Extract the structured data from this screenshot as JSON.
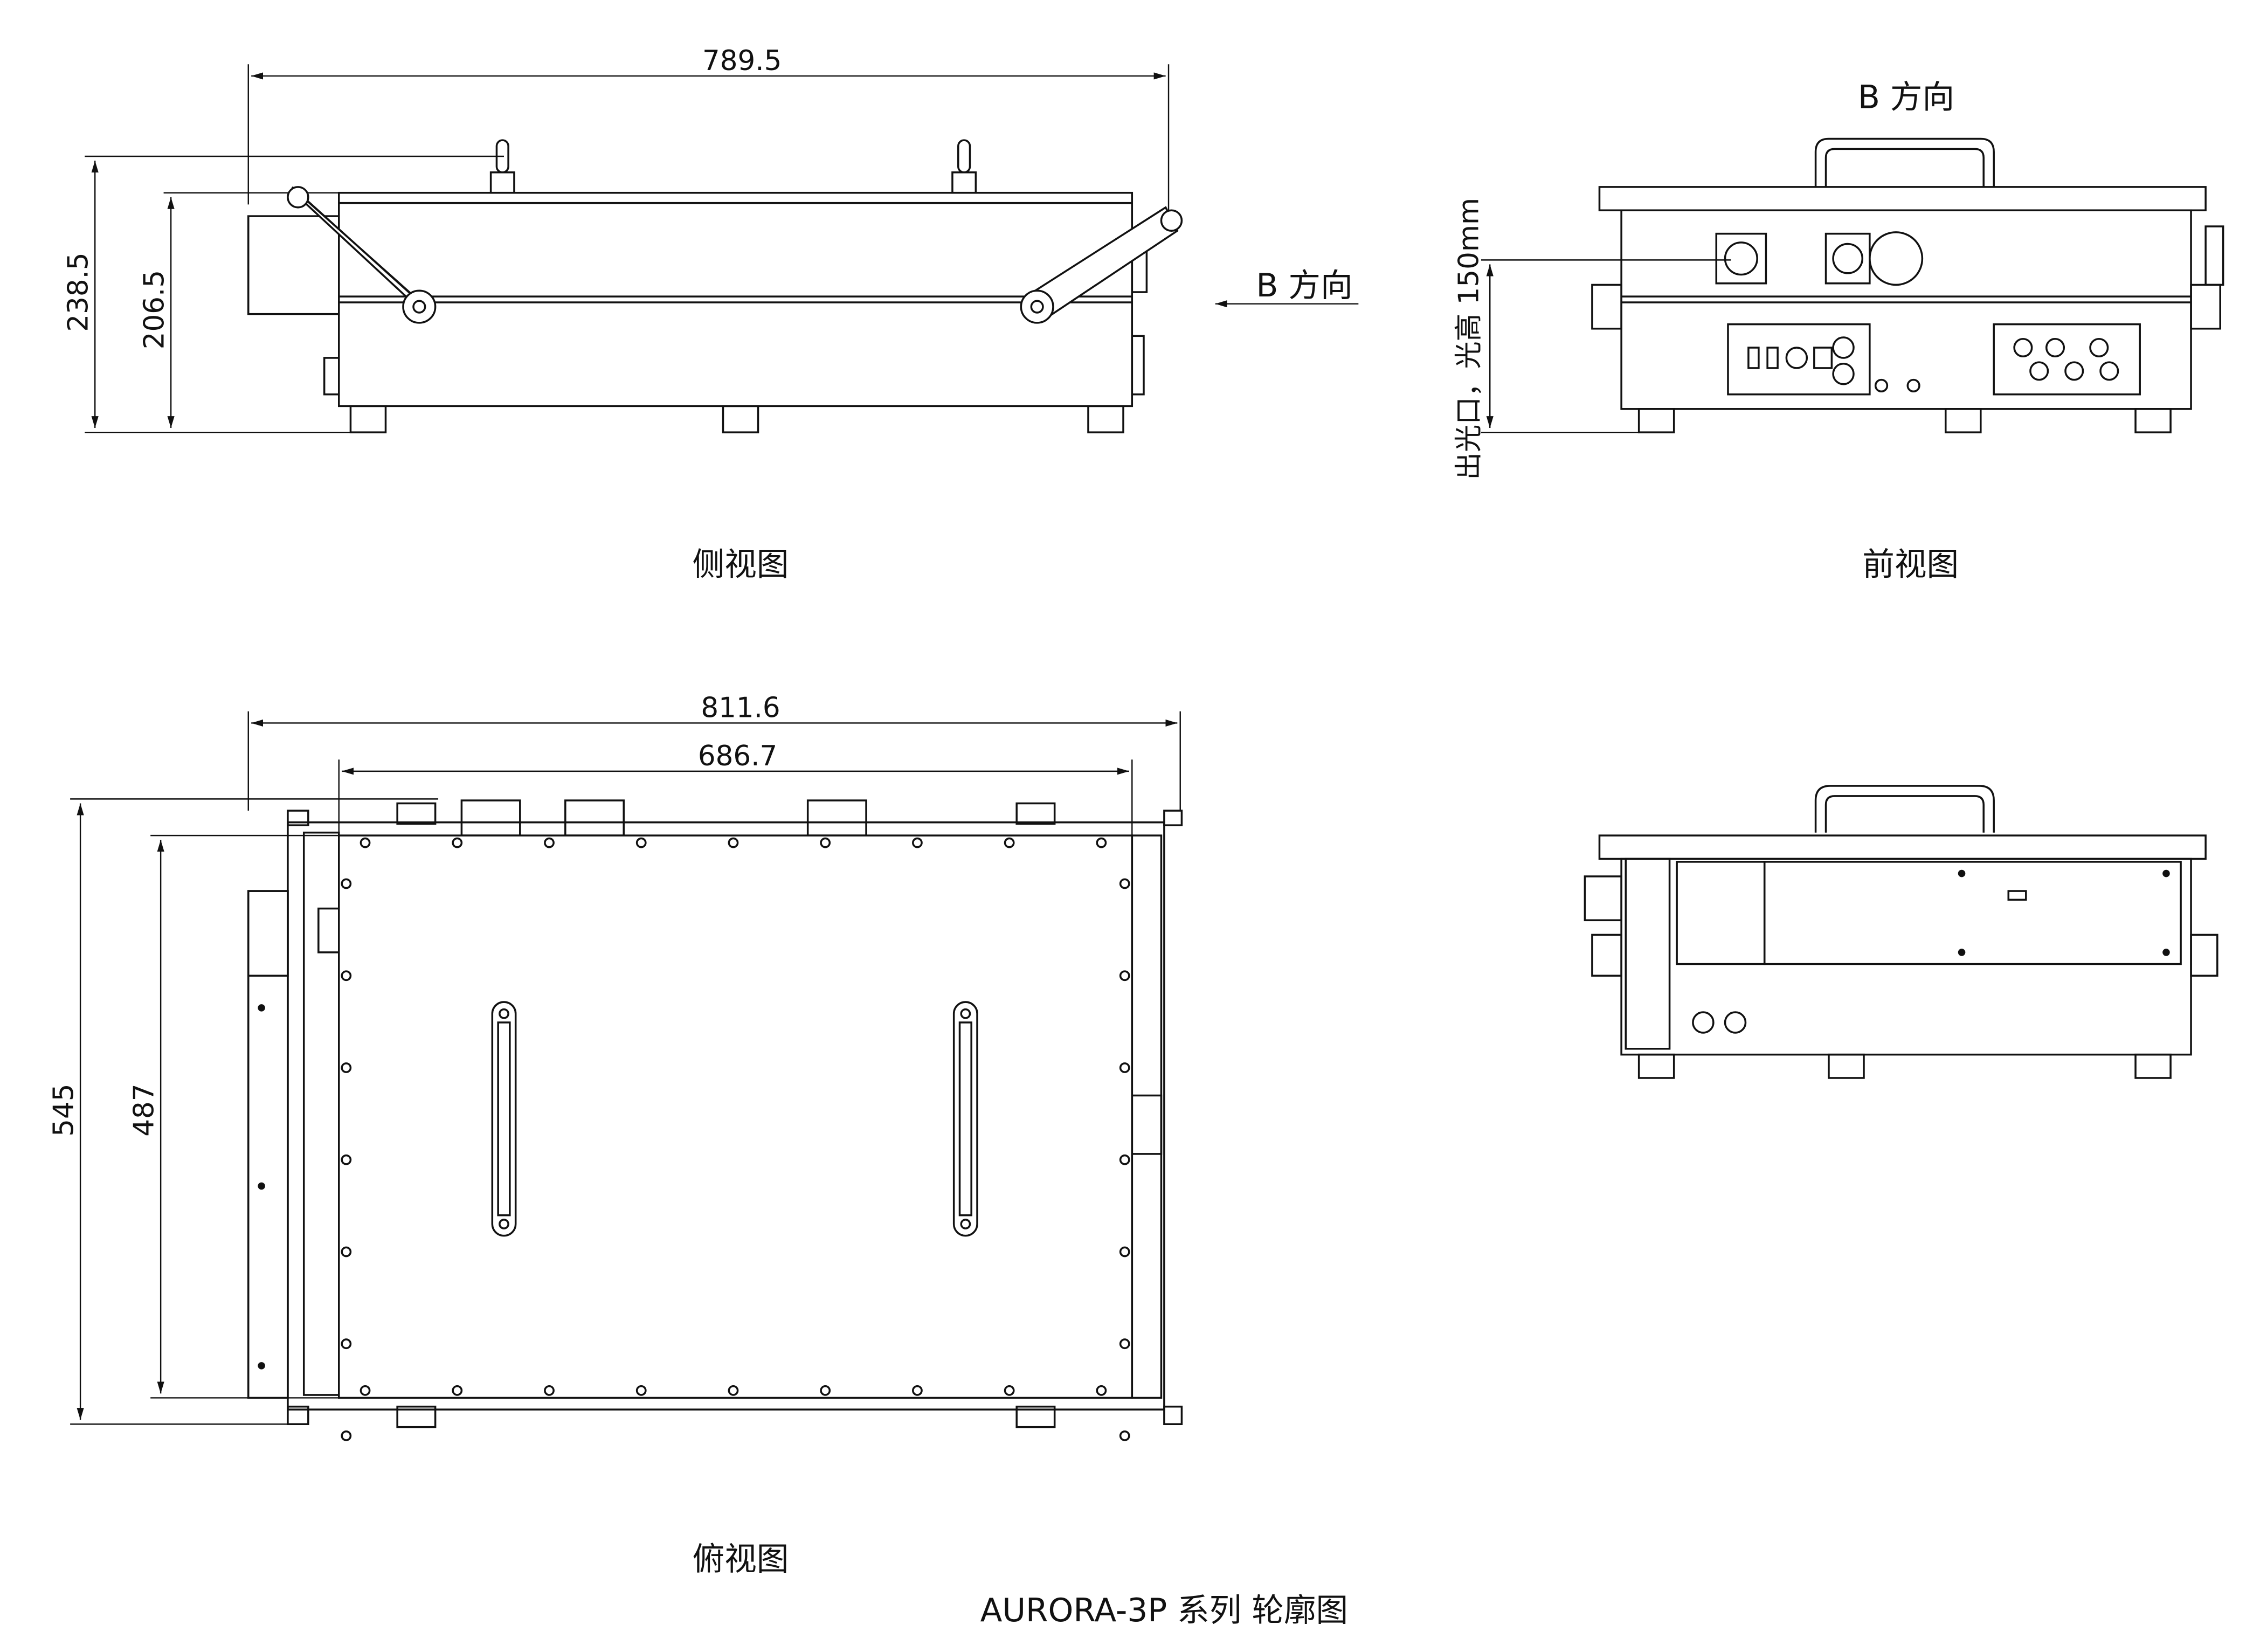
{
  "side_view": {
    "label": "侧视图",
    "dim_length": "789.5",
    "dim_height_total": "238.5",
    "dim_height_body": "206.5",
    "direction_label": "B 方向"
  },
  "front_view": {
    "label": "前视图",
    "direction_label": "B 方向",
    "beam_height_note": "出光口，光高 150mm"
  },
  "top_view": {
    "label": "俯视图",
    "dim_total_length": "811.6",
    "dim_body_length": "686.7",
    "dim_total_width": "545",
    "dim_body_width": "487"
  },
  "title": "AURORA-3P 系列 轮廓图"
}
